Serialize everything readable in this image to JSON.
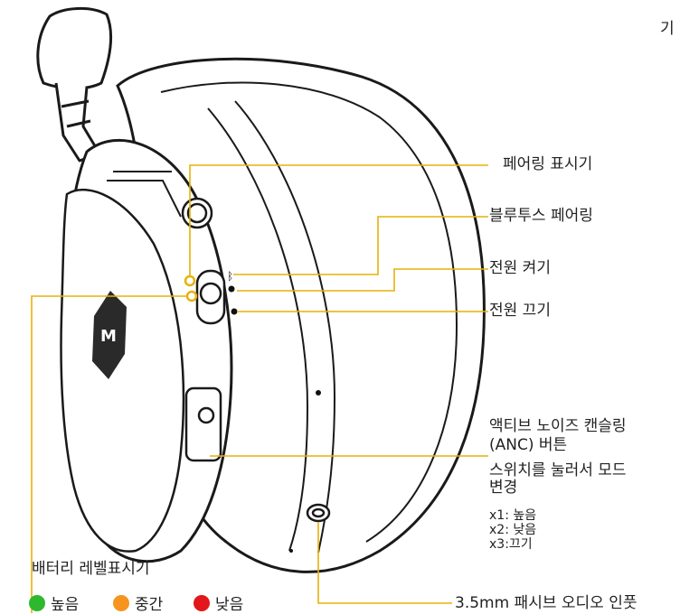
{
  "top_right_fragment": "기",
  "labels": {
    "pairing_indicator": "페어링 표시기",
    "bluetooth_pairing": "블루투스 페어링",
    "power_on": "전원 켜기",
    "power_off": "전원 끄기",
    "anc_button_line1": "액티브 노이즈 캔슬링",
    "anc_button_line2": "(ANC) 버튼",
    "switch_mode_line1": "스위치를 눌러서 모드",
    "switch_mode_line2": "변경",
    "press_x1": "x1: 높음",
    "press_x2": "x2: 낮음",
    "press_x3": "x3:끄기",
    "battery_indicator": "배터리 레벨표시기",
    "audio_input": "3.5mm 패시브 오디오 인풋"
  },
  "legend": [
    {
      "label": "높음",
      "color": "#2eb82e"
    },
    {
      "label": "중간",
      "color": "#f7941d"
    },
    {
      "label": "낮음",
      "color": "#e3161b"
    }
  ],
  "callout_color": "#e8b10a"
}
